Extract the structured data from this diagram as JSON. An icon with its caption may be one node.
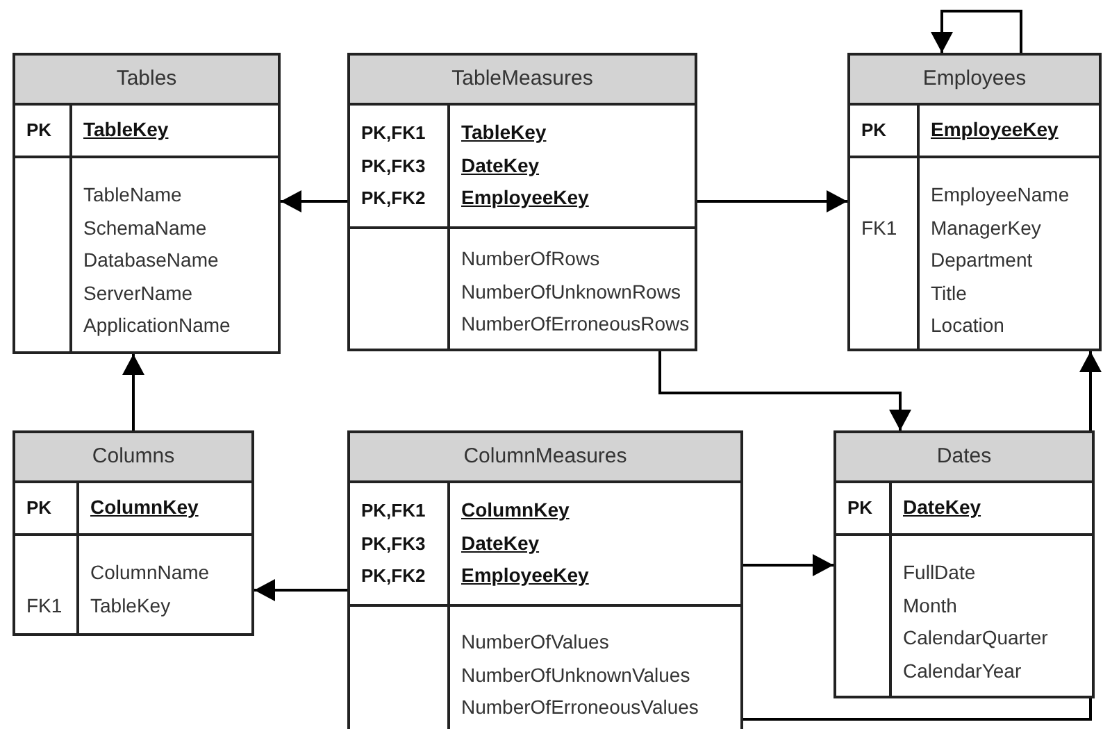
{
  "diagram": {
    "nodes": [
      {
        "text": [
          "Tables",
          "PK",
          "TableKey",
          "TableName SchemaName DatabaseName ServerName ApplicationName"
        ]
      },
      {
        "text": [
          "TableMeasures",
          "PK,FK1 PK,FK3 PK,FK2",
          "TableKey DateKey EmployeeKey",
          "NumberOfRows NumberOfUnknownRows NumberOfErroneousRows"
        ]
      },
      {
        "text": [
          "Employees",
          "PK",
          "EmployeeKey",
          "FK1",
          "EmployeeName ManagerKey Department Title Location"
        ]
      },
      {
        "text": [
          "Columns",
          "PK",
          "ColumnKey",
          "FK1",
          "ColumnName TableKey"
        ]
      },
      {
        "text": [
          "ColumnMeasures",
          "PK,FK1 PK,FK3 PK,FK2",
          "ColumnKey DateKey EmployeeKey",
          "NumberOfValues NumberOfUnknownValues NumberOfErroneousValues"
        ]
      },
      {
        "text": [
          "Dates",
          "PK",
          "DateKey",
          "FullDate Month CalendarQuarter CalendarYear"
        ]
      }
    ],
    "edges": [
      {
        "from": 1,
        "to": 0,
        "arrow": "to"
      },
      {
        "from": 1,
        "to": 2,
        "arrow": "to"
      },
      {
        "from": 2,
        "to": 2,
        "arrow": "to"
      },
      {
        "from": 1,
        "to": 5,
        "arrow": "to"
      },
      {
        "from": 3,
        "to": 0,
        "arrow": "to"
      },
      {
        "from": 4,
        "to": 3,
        "arrow": "to"
      },
      {
        "from": 4,
        "to": 5,
        "arrow": "to"
      },
      {
        "from": 4,
        "to": 2,
        "arrow": "to"
      }
    ]
  }
}
